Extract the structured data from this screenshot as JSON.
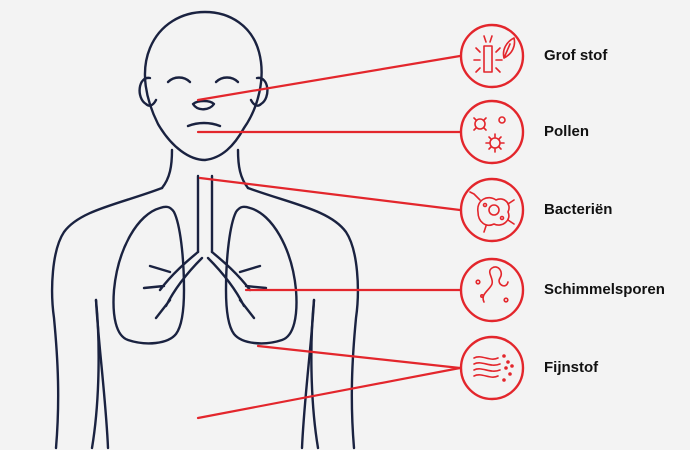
{
  "colors": {
    "accent": "#e3262c",
    "outline": "#1a2240",
    "background": "#f3f3f3"
  },
  "items": [
    {
      "label": "Grof stof",
      "icon": "dust-mite-icon"
    },
    {
      "label": "Pollen",
      "icon": "pollen-icon"
    },
    {
      "label": "Bacteriën",
      "icon": "bacteria-icon"
    },
    {
      "label": "Schimmelsporen",
      "icon": "mold-spores-icon"
    },
    {
      "label": "Fijnstof",
      "icon": "fine-dust-icon"
    }
  ]
}
